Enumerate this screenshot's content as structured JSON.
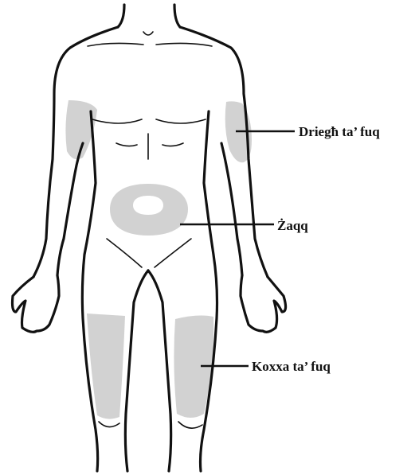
{
  "diagram": {
    "labels": {
      "upper_arm": "Driegħ ta’ fuq",
      "abdomen": "Żaqq",
      "thigh": "Koxxa ta’ fuq"
    },
    "colors": {
      "outline": "#111111",
      "injection_site": "#d2d2d2",
      "background": "#ffffff"
    }
  }
}
